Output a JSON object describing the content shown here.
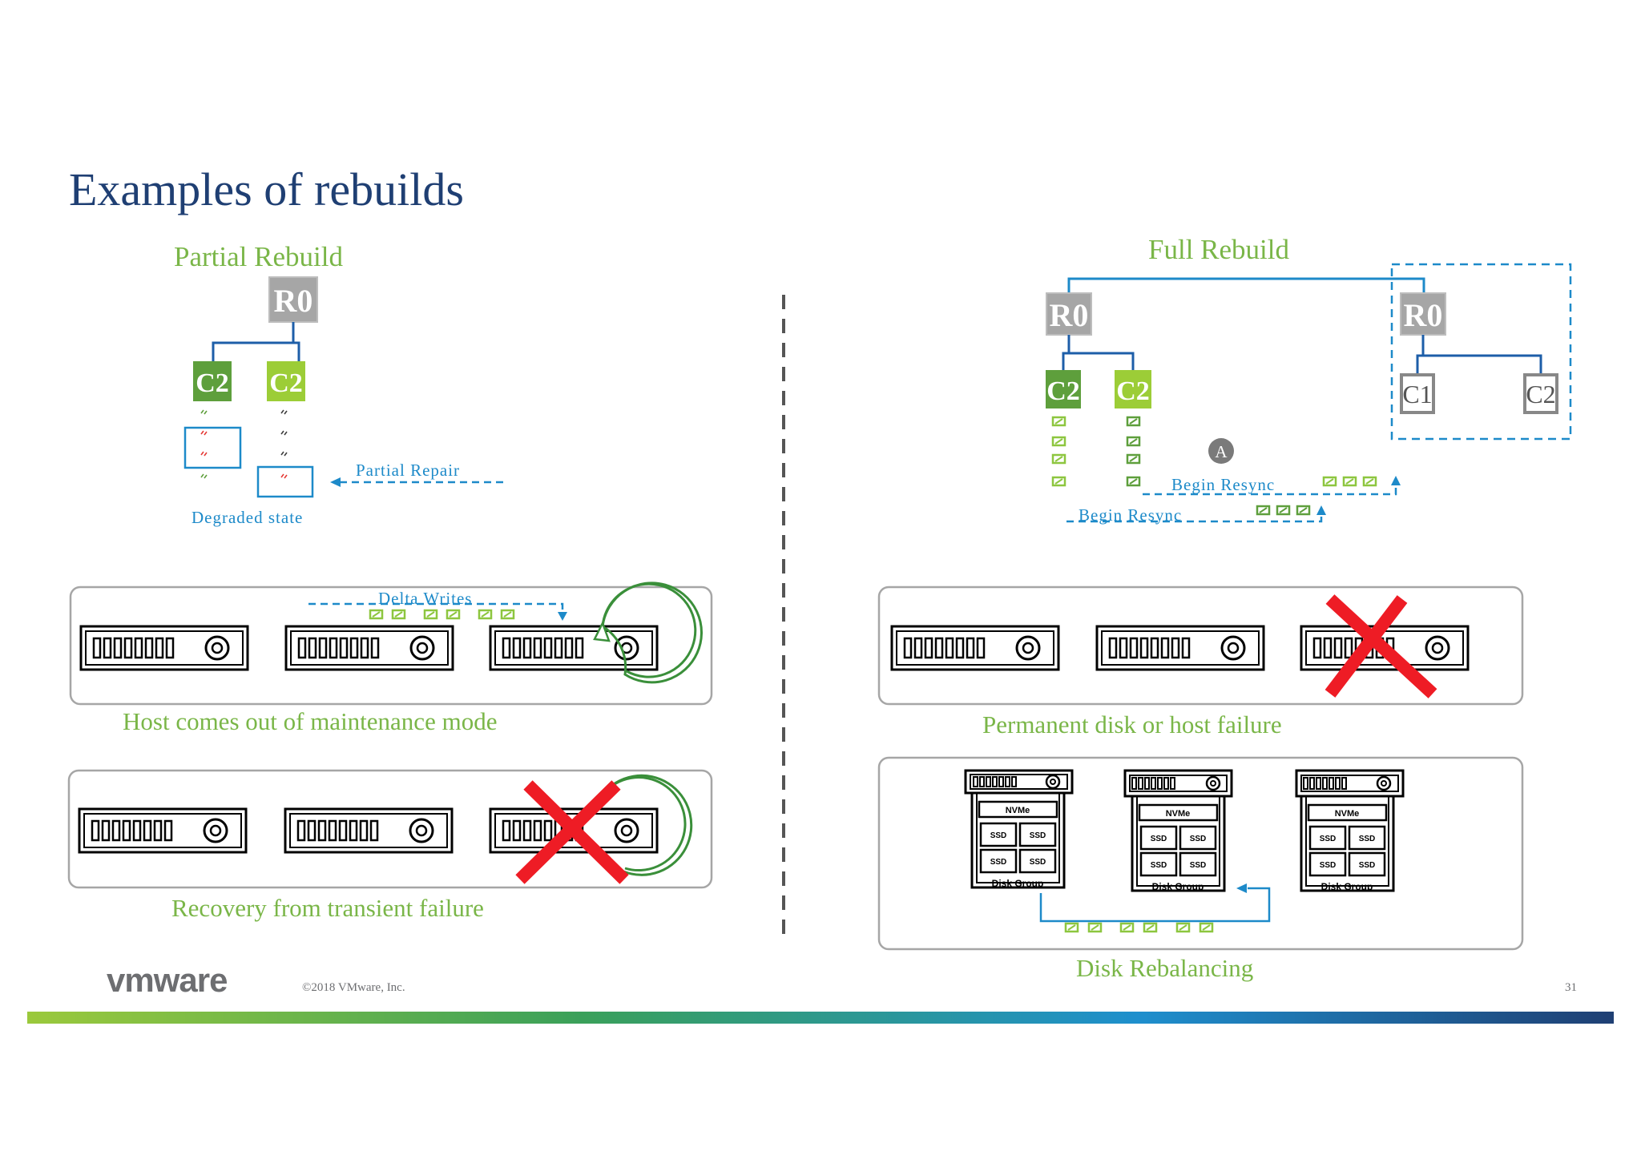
{
  "slide": {
    "title": "Examples of rebuilds",
    "copyright": "©2018 VMware, Inc.",
    "page_number": "31",
    "logo_text": "vmware"
  },
  "colors": {
    "title_blue": "#1f3f73",
    "green_label": "#7ab648",
    "line_blue": "#1d8ac9",
    "dark_green": "#5e9f3c",
    "lime": "#9ccd37",
    "gray_box": "#a6a6a6",
    "red": "#ee1c25",
    "gradient": [
      "#9bc93c",
      "#3aa05a",
      "#1e8fcd",
      "#1f3f73"
    ]
  },
  "partial": {
    "heading": "Partial Rebuild",
    "root": "R0",
    "c2_left": "C2",
    "c2_right": "C2",
    "repair_label": "Partial Repair",
    "degraded_label": "Degraded state"
  },
  "full": {
    "heading": "Full Rebuild",
    "root_left": "R0",
    "root_right": "R0",
    "c2_left": "C2",
    "c2_right": "C2",
    "c1_new": "C1",
    "c2_new": "C2",
    "marker": "A",
    "resync_upper": "Begin Resync",
    "resync_lower": "Begin Resync"
  },
  "panels": {
    "maintenance": {
      "label": "Host comes out of maintenance mode",
      "delta": "Delta Writes"
    },
    "transient": {
      "label": "Recovery from transient failure"
    },
    "permanent": {
      "label": "Permanent disk or host failure"
    },
    "rebalance": {
      "label": "Disk Rebalancing"
    }
  },
  "disk_group": {
    "nvme": "NVMe",
    "ssd": "SSD",
    "labels": [
      "Disk Group",
      "Disk Group",
      "Disk Group"
    ]
  }
}
